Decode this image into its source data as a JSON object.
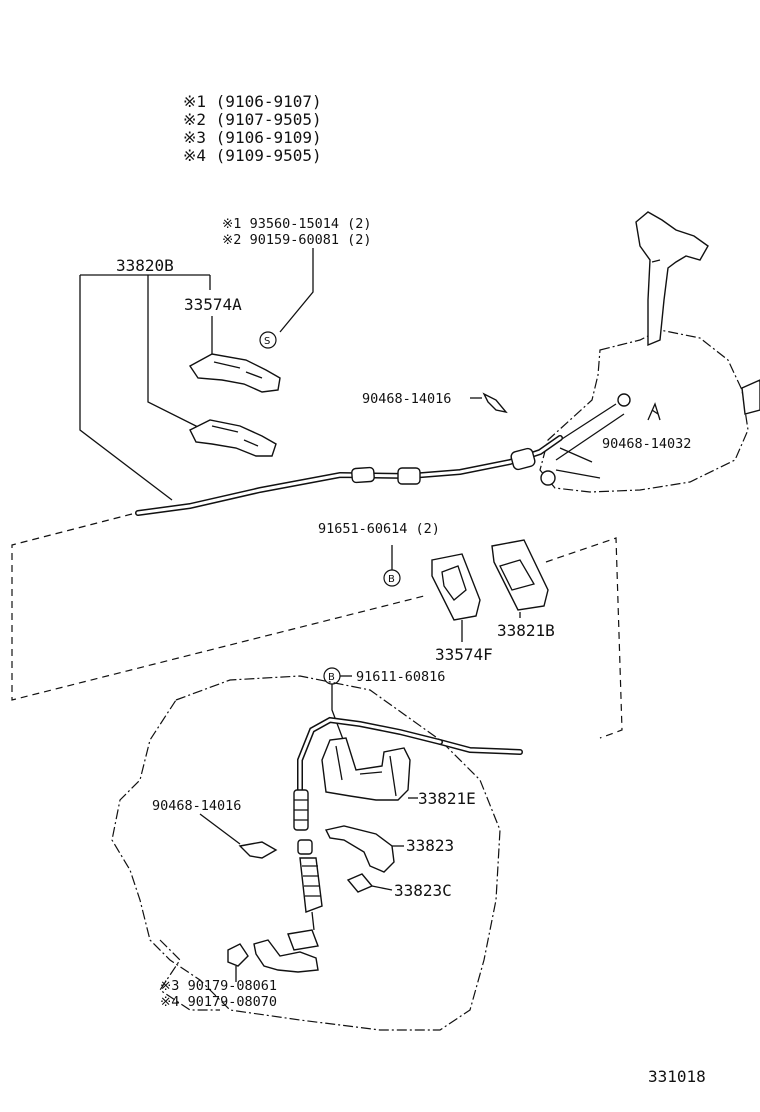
{
  "legend": [
    "※1 (9106-9107)",
    "※2 (9107-9505)",
    "※3 (9106-9109)",
    "※4 (9109-9505)"
  ],
  "labels": {
    "part_33820B": "33820B",
    "part_33574A": "33574A",
    "bolt_1": "※1 93560-15014 (2)",
    "bolt_2": "※2 90159-60081 (2)",
    "symbol_s": "S",
    "clip_90468_14016_top": "90468-14016",
    "clip_90468_14032": "90468-14032",
    "part_91651_60614": "91651-60614 (2)",
    "symbol_b1": "B",
    "part_33821B": "33821B",
    "part_33574F": "33574F",
    "symbol_b2": "B",
    "part_91611_60816": "91611-60816",
    "clip_90468_14016_bottom": "90468-14016",
    "part_33821E": "33821E",
    "part_33823": "33823",
    "part_33823C": "33823C",
    "nut_3": "※3 90179-08061",
    "nut_4": "※4 90179-08070",
    "figure_number": "331018"
  }
}
